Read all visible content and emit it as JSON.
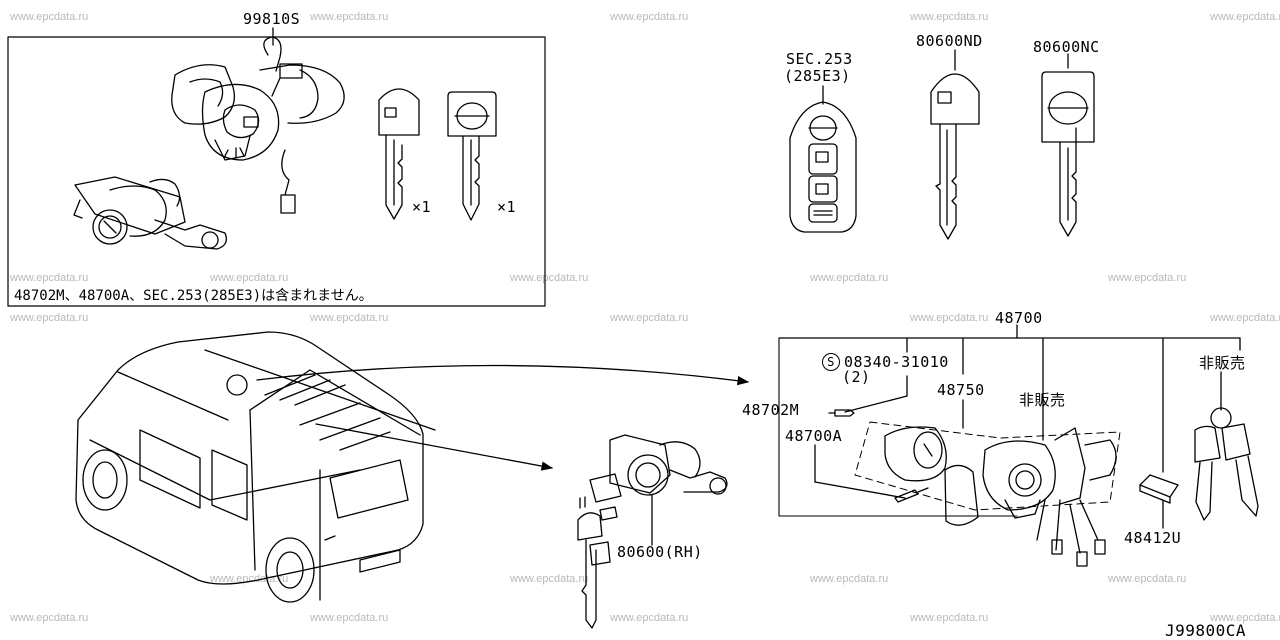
{
  "watermark": "www.epcdata.ru",
  "labels": {
    "p99810S": "99810S",
    "qty1a": "×1",
    "qty1b": "×1",
    "sec253": "SEC.253",
    "sec253_sub": "(285E3)",
    "p80600ND": "80600ND",
    "p80600NC": "80600NC",
    "p48700": "48700",
    "p08340": "08340-31010",
    "p08340_qty": "(2)",
    "p48750": "48750",
    "p48702M": "48702M",
    "p48700A": "48700A",
    "hanbai1": "非販売",
    "hanbai2": "非販売",
    "p48412U": "48412U",
    "p80600RH": "80600(RH)",
    "screw_symbol": "S"
  },
  "kit_note": "48702M、48700A、SEC.253(285E3)は含まれません。",
  "diagram_code": "J99800CA"
}
